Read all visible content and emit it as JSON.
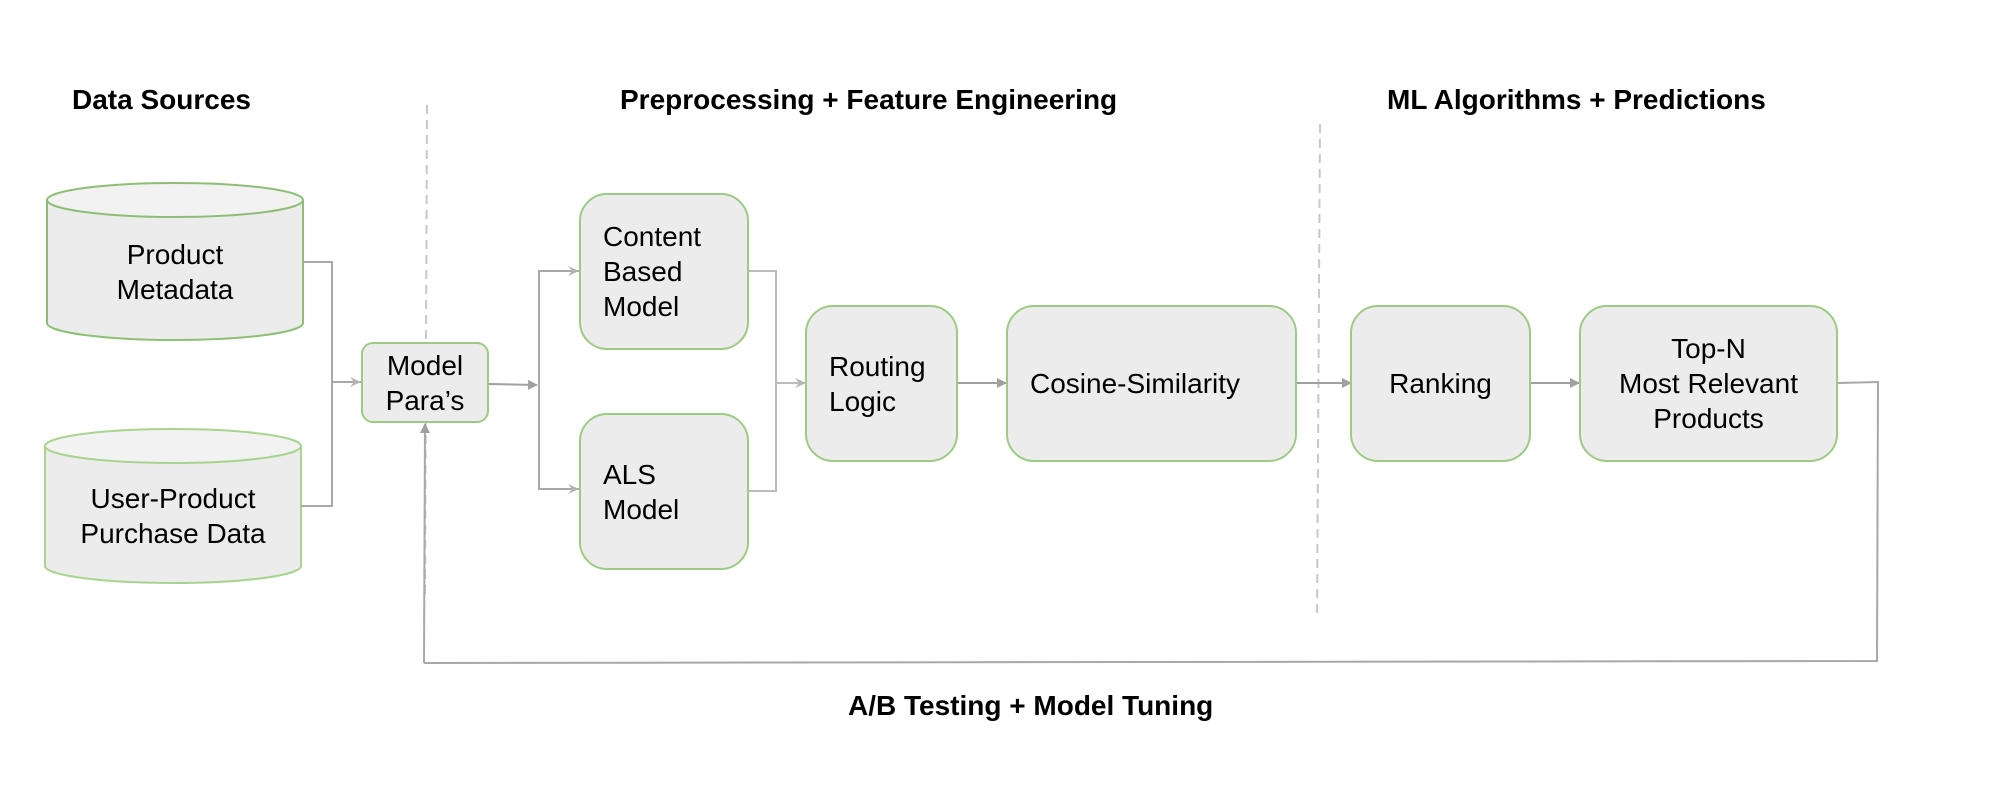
{
  "diagram": {
    "sections": {
      "data_sources": "Data Sources",
      "preprocessing": "Preprocessing + Feature Engineering",
      "ml": "ML Algorithms + Predictions",
      "feedback": "A/B Testing + Model Tuning"
    },
    "sources": [
      {
        "label": "Product\nMetadata"
      },
      {
        "label": "User-Product\nPurchase Data"
      }
    ],
    "nodes": {
      "model_params": "Model\nPara’s",
      "content_model": "Content\nBased\nModel",
      "als_model": "ALS\nModel",
      "routing": "Routing\nLogic",
      "cosine": "Cosine-Similarity",
      "ranking": "Ranking",
      "topn": "Top-N\nMost Relevant\nProducts"
    },
    "colors": {
      "node_fill": "#ececec",
      "node_border": "#9ccc84",
      "connector": "#a0a0a0",
      "divider": "#c8c8c8"
    },
    "edges": [
      {
        "from": "Product Metadata",
        "to": "Model Para’s"
      },
      {
        "from": "User-Product Purchase Data",
        "to": "Model Para’s"
      },
      {
        "from": "Model Para’s",
        "to": "Content Based Model"
      },
      {
        "from": "Model Para’s",
        "to": "ALS Model"
      },
      {
        "from": "Content Based Model",
        "to": "Routing Logic"
      },
      {
        "from": "ALS Model",
        "to": "Routing Logic"
      },
      {
        "from": "Routing Logic",
        "to": "Cosine-Similarity"
      },
      {
        "from": "Cosine-Similarity",
        "to": "Ranking"
      },
      {
        "from": "Ranking",
        "to": "Top-N Most Relevant Products"
      },
      {
        "from": "Top-N Most Relevant Products",
        "to": "Model Para’s",
        "label": "A/B Testing + Model Tuning"
      }
    ]
  }
}
